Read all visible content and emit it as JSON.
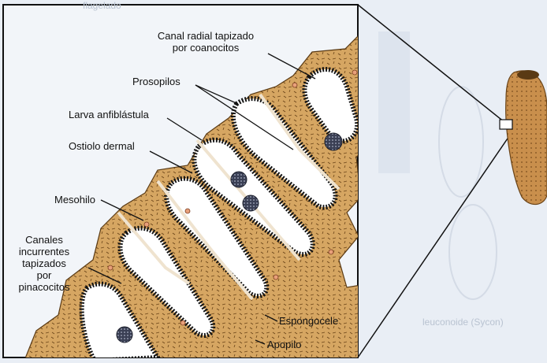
{
  "labels": {
    "canal_radial": "Canal radial tapizado\npor coanocitos",
    "prosopilos": "Prosopilos",
    "larva": "Larva anfiblástula",
    "ostiolo": "Ostiolo dermal",
    "mesohilo": "Mesohilo",
    "canales_incurrentes": "Canales\nincurrentes\ntapizados\npor\npinacocitos",
    "espongocele": "Espongocele",
    "apopilo": "Apopilo"
  },
  "background_text": {
    "flagelado": "flagelado",
    "leuconoide": "leuconoide (Sycon)"
  },
  "colors": {
    "mesohyl": "#d6a662",
    "canal_fill": "#ffffff",
    "collar_cells": "#141414",
    "larva": "#3a3f54",
    "sponge_body": "#c98f4c",
    "panel_bg": "#f2f5f9",
    "outside_bg": "#e9eef5"
  }
}
